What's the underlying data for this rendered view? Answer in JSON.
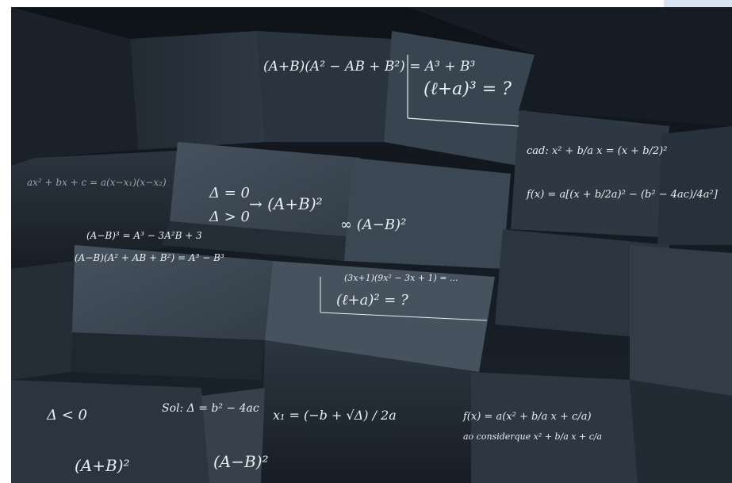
{
  "image": {
    "alt": "Dark chalkboard cubes covered in handwritten mathematical formulas",
    "colors": {
      "background": "#121820",
      "cube_top": "#3a4652",
      "cube_side": "#2a343e",
      "cube_dark": "#1a2129",
      "chalk": "#e9eef2",
      "accent_tab": "#d8e4f0"
    },
    "formulas": {
      "f1": "(ℓ+a)³ = ?",
      "f2": "(A+B)(A² − AB + B²) = A³ + B³",
      "f3": "Δ = 0",
      "f4": "Δ > 0",
      "f5": "→ (A+B)²",
      "f6": "∞ (A−B)²",
      "f7": "(ℓ+a)² = ?",
      "f8": "(A−B)³ = A³ − 3A²B + 3",
      "f9": "(A−B)(A² + AB + B²) = A³ − B³",
      "f10": "ax² + bx + c = a(x−x₁)(x−x₂)",
      "f11": "f(x) = a[(x + b/2a)² − (b² − 4ac)/4a²]",
      "f12": "cad: x² + b/a x = (x + b/2)²",
      "f13": "Δ < 0",
      "f14": "x₁ = (−b + √Δ) / 2a",
      "f15": "(A−B)²",
      "f16": "Sol: Δ = b² − 4ac",
      "f17": "ao considerque x² + b/a x + c/a",
      "f18": "(A+B)²",
      "f19": "(3x+1)(9x² − 3x + 1) = ...",
      "f20": "f(x) = a(x² + b/a x + c/a)"
    }
  }
}
